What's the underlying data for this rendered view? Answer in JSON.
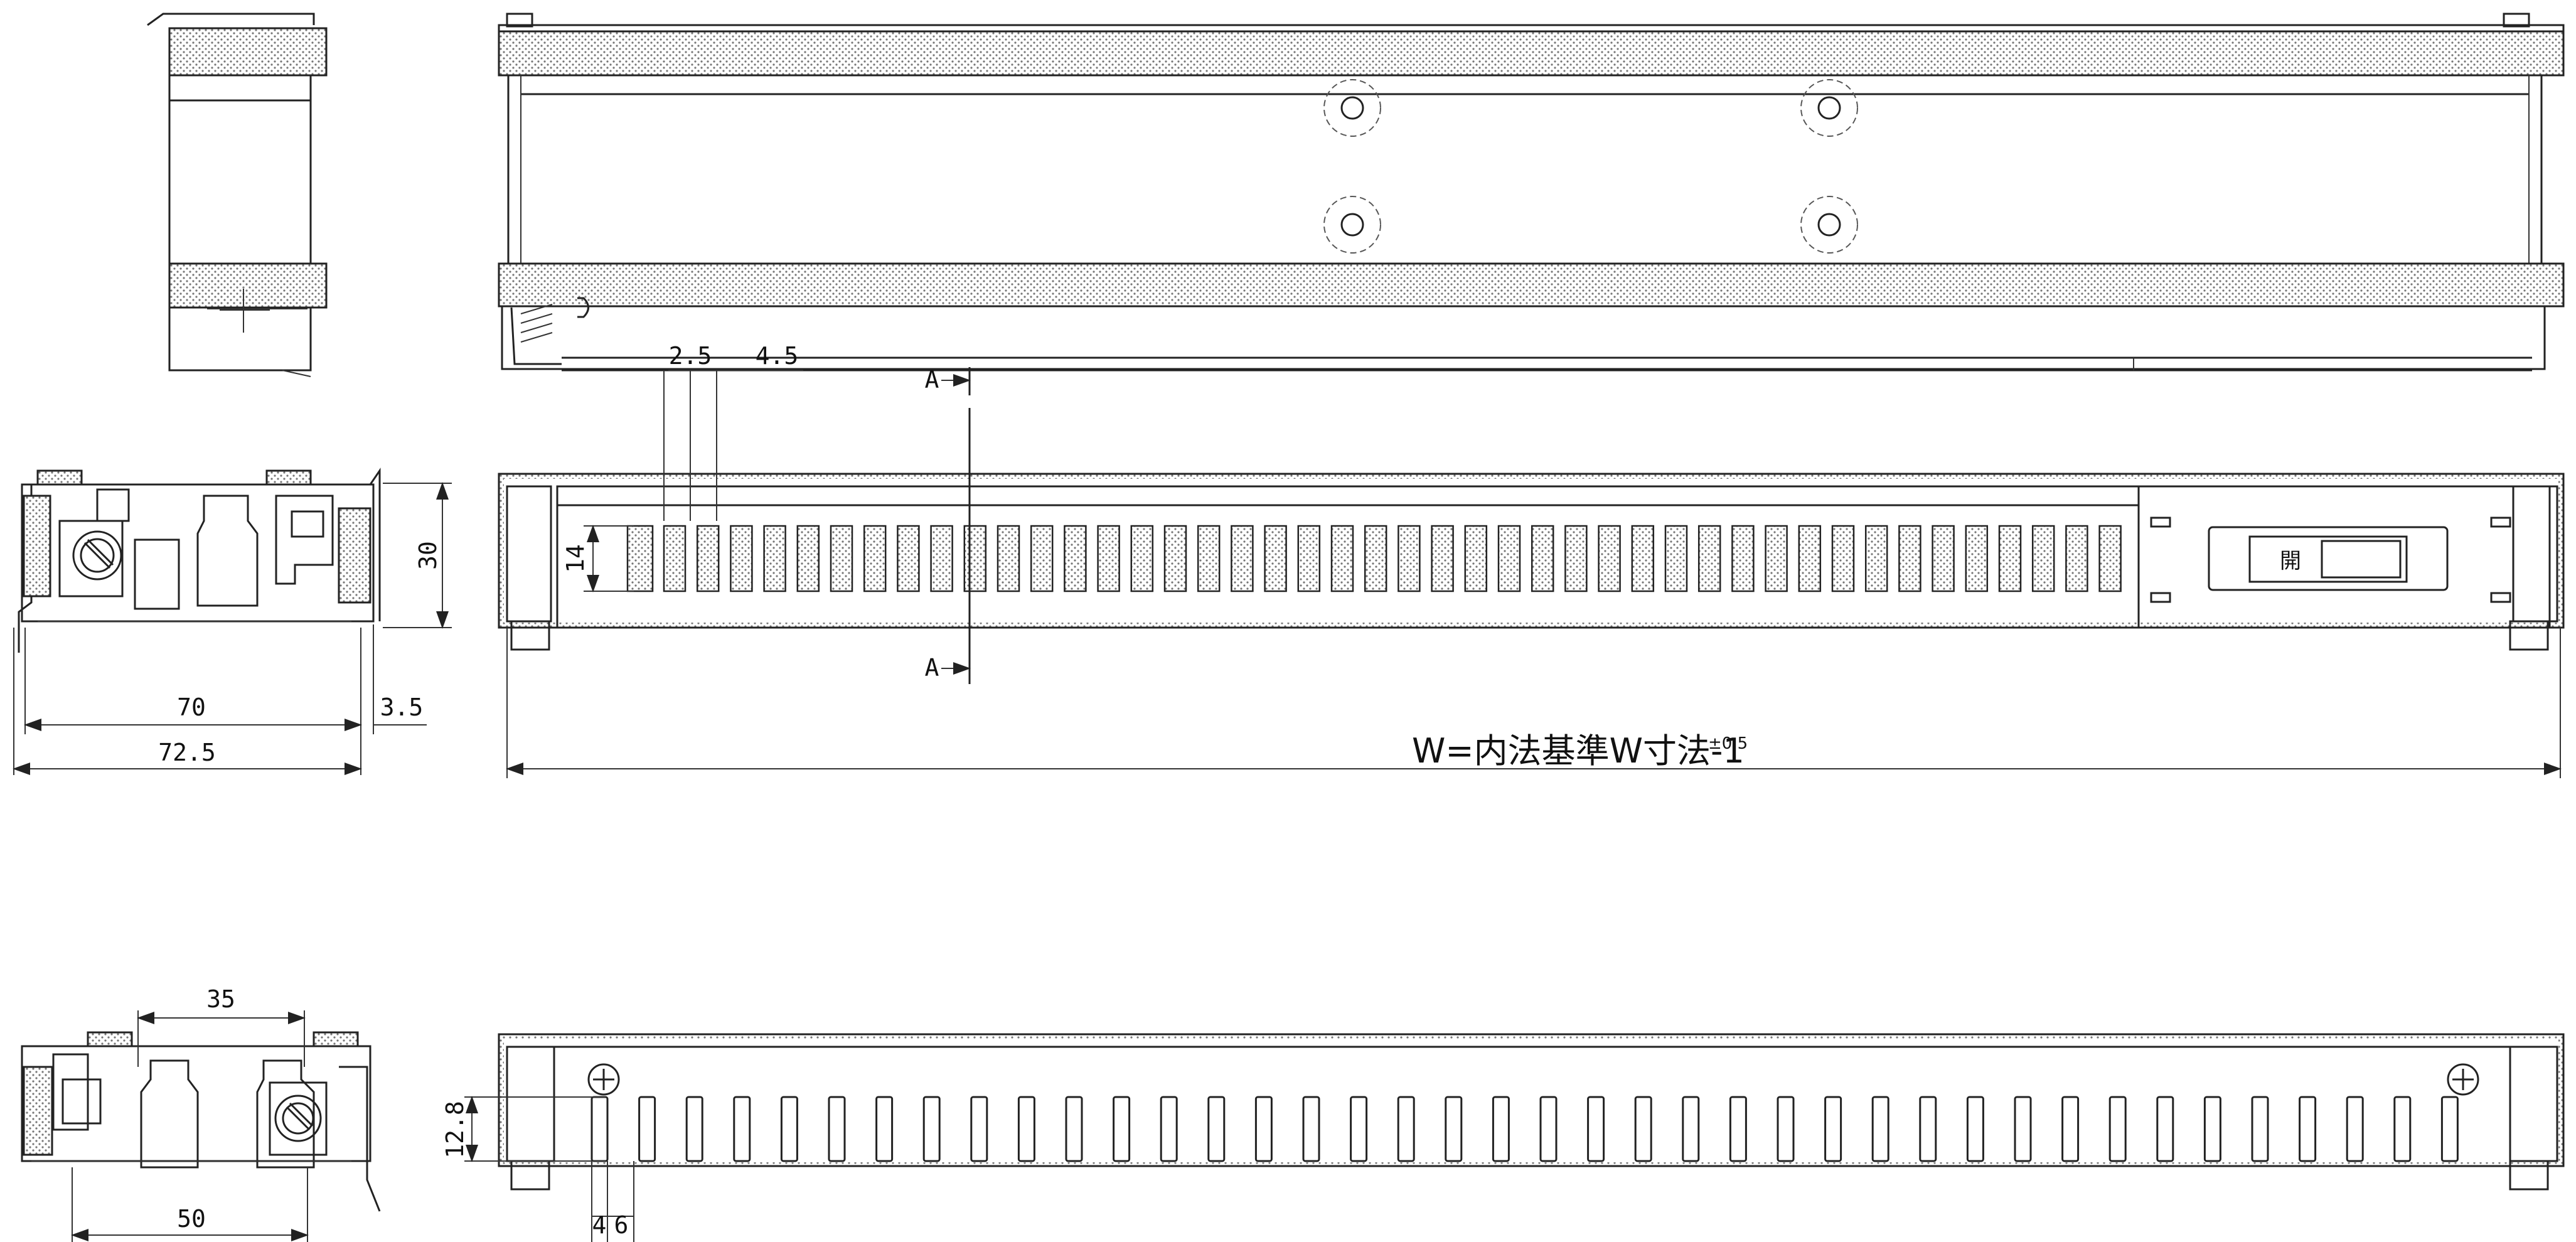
{
  "dimensions": {
    "side_top_height": "30",
    "side_top_inner_width": "70",
    "side_top_offset": "3.5",
    "side_top_total_width": "72.5",
    "slot_pitch_gap": "2.5",
    "slot_width": "4.5",
    "slot_height": "14",
    "section_marker": "A",
    "width_formula": "W=内法基準W寸法-1",
    "width_tolerance": "±0.5",
    "side_bottom_top_span": "35",
    "side_bottom_span": "50",
    "bottom_slot_height": "12.8",
    "bottom_slot_width": "4",
    "bottom_slot_gap": "6"
  },
  "panel": {
    "switch_label": "開"
  }
}
